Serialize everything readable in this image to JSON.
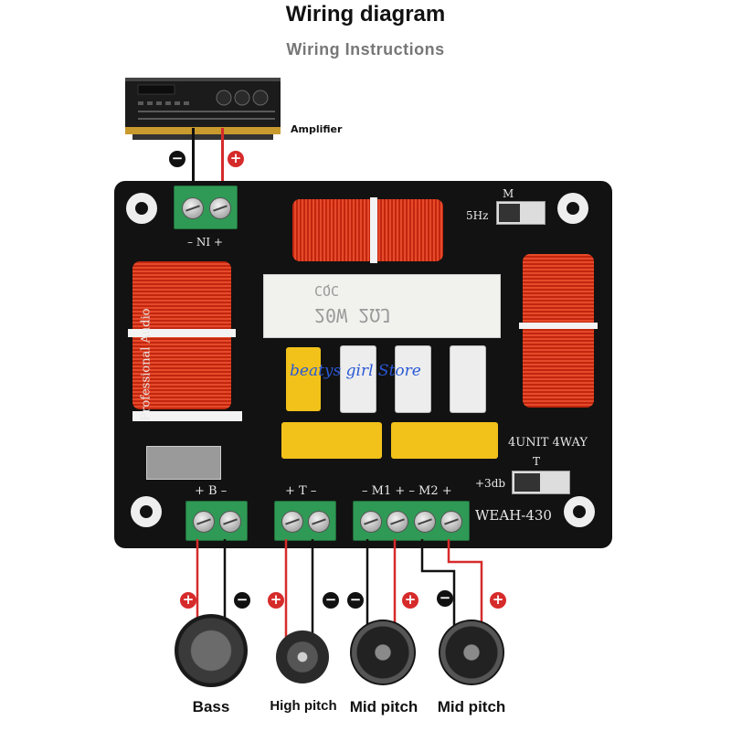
{
  "header": {
    "title": "Wiring diagram",
    "subtitle": "Wiring Instructions"
  },
  "amplifier": {
    "label": "Amplifier"
  },
  "polarity": {
    "minus": "−",
    "plus": "+"
  },
  "board": {
    "input_label": "– NI +",
    "side_text": "Professional Audio",
    "resistor_text": "20W 2ΩJ",
    "resistor_brand": "CQC",
    "switch_m_label": "M",
    "switch_m_value": "5Hz",
    "unit_text": "4UNIT  4WAY",
    "switch_t_label": "T",
    "switch_t_value": "+3db",
    "model": "WEAH-430",
    "terminal_labels": {
      "bass": "+ B –",
      "tweeter": "+ T –",
      "mids": "– M1 +  – M2 +"
    },
    "watermark": "beatys girl Store"
  },
  "speakers": [
    {
      "label": "Bass"
    },
    {
      "label": "High pitch"
    },
    {
      "label": "Mid pitch"
    },
    {
      "label": "Mid pitch"
    }
  ],
  "colors": {
    "wire_red": "#d62b2b",
    "wire_black": "#111111",
    "board": "#121212",
    "terminal_green": "#2f9a55",
    "coil_copper": "#d33b1c",
    "capacitor_yellow": "#f2c21b"
  }
}
